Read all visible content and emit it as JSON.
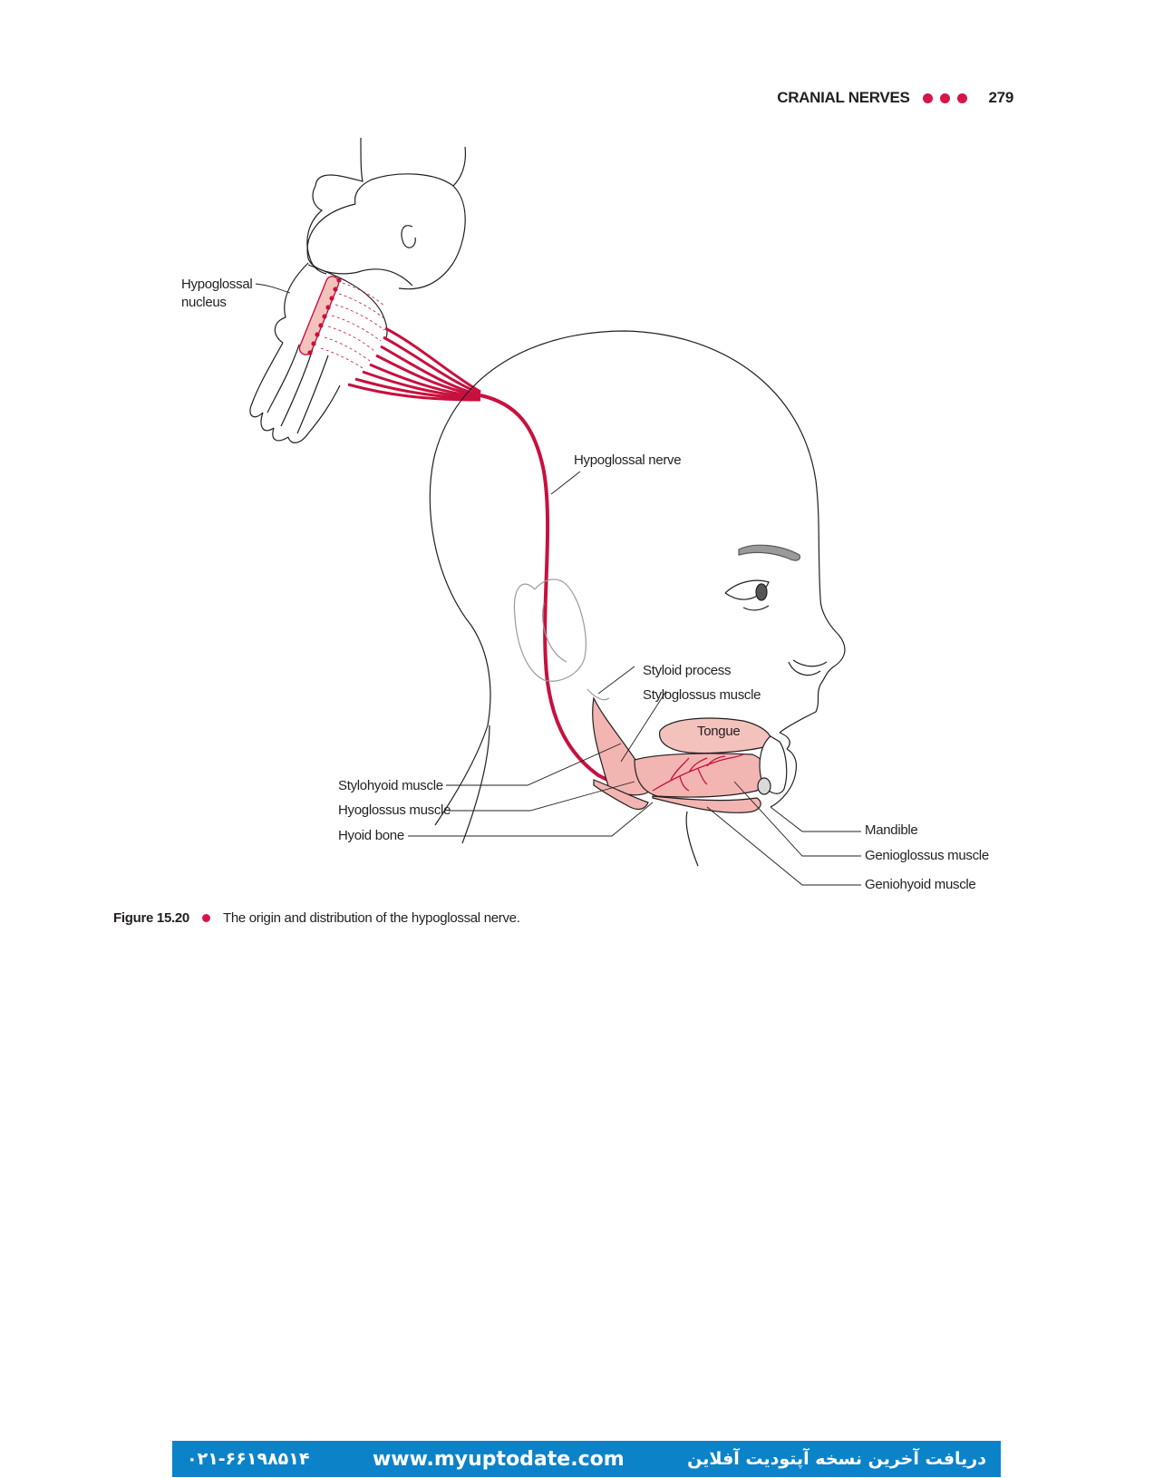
{
  "header": {
    "section_title": "CRANIAL NERVES",
    "page_number": "279"
  },
  "figure": {
    "labels": {
      "hypoglossal_nucleus": "Hypoglossal\nnucleus",
      "hypoglossal_nerve": "Hypoglossal nerve",
      "styloid_process": "Styloid process",
      "styloglossus_muscle": "Styloglossus muscle",
      "tongue": "Tongue",
      "stylohyoid_muscle": "Stylohyoid muscle",
      "hyoglossus_muscle": "Hyoglossus muscle",
      "hyoid_bone": "Hyoid bone",
      "mandible": "Mandible",
      "genioglossus_muscle": "Genioglossus muscle",
      "geniohyoid_muscle": "Geniohyoid muscle"
    },
    "colors": {
      "nerve": "#c8103e",
      "muscle": "#f2b5b2",
      "tongue": "#f4c2bd",
      "outline": "#231f20"
    }
  },
  "caption": {
    "number": "Figure 15.20",
    "text": "The origin and distribution of the hypoglossal nerve."
  },
  "banner": {
    "phone": "۰۲۱-۶۶۱۹۸۵۱۴",
    "url": "www.myuptodate.com",
    "persian_text": "دریافت آخرین نسخه آپتودیت آفلاین"
  }
}
